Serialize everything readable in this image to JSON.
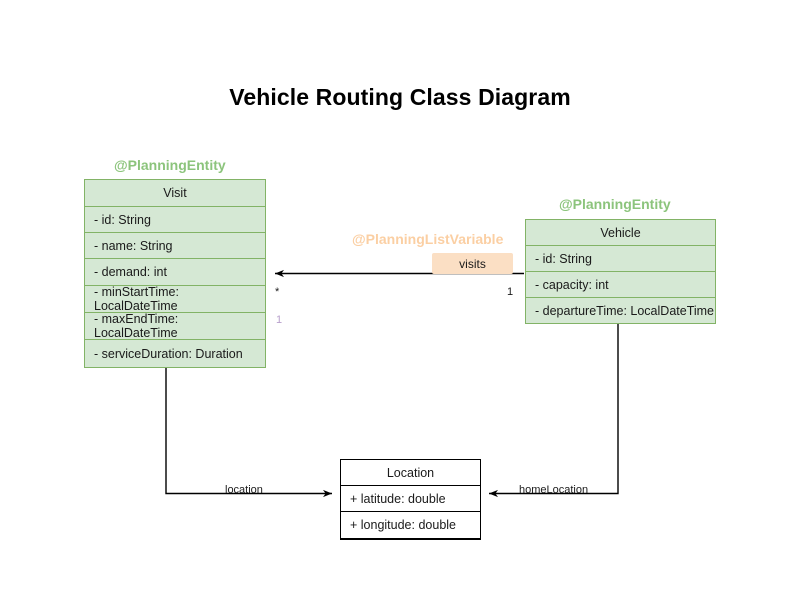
{
  "diagram": {
    "title": "Vehicle Routing Class Diagram",
    "type": "uml-class-diagram"
  },
  "colors": {
    "entity_fill": "#d5e8d4",
    "entity_border": "#82b366",
    "entity_stereotype_text": "#8cc47c",
    "listvariable_stereotype_text": "#fbcfa3",
    "association_badge_fill": "#fbdfc4",
    "plain_fill": "#ffffff",
    "plain_border": "#000000",
    "multiplicity_muted": "#b8a0cc"
  },
  "classes": {
    "visit": {
      "stereotype": "@PlanningEntity",
      "name": "Visit",
      "attributes": [
        "- id: String",
        "- name: String",
        "- demand: int",
        "- minStartTime: LocalDateTime",
        "- maxEndTime: LocalDateTime",
        "- serviceDuration: Duration"
      ]
    },
    "vehicle": {
      "stereotype": "@PlanningEntity",
      "name": "Vehicle",
      "attributes": [
        "- id: String",
        "- capacity: int",
        "- departureTime: LocalDateTime"
      ]
    },
    "location": {
      "name": "Location",
      "attributes": [
        "+ latitude: double",
        "+ longitude: double"
      ]
    }
  },
  "associations": {
    "visits": {
      "stereotype": "@PlanningListVariable",
      "label": "visits",
      "source": "Vehicle",
      "target": "Visit",
      "source_multiplicity": "1",
      "target_multiplicity": "*",
      "secondary_multiplicity": "1"
    },
    "location": {
      "label": "location",
      "source": "Visit",
      "target": "Location"
    },
    "home_location": {
      "label": "homeLocation",
      "source": "Vehicle",
      "target": "Location"
    }
  }
}
